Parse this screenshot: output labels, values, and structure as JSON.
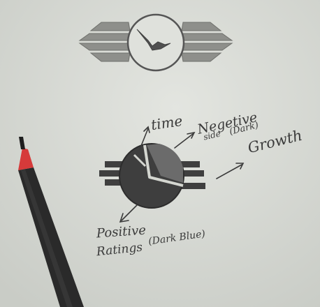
{
  "annotations": {
    "time": "time",
    "negative_line1": "Negetive",
    "negative_line2": "side",
    "negative_paren": "(Dark)",
    "growth": "Growth",
    "positive_line1": "Positive",
    "positive_line2": "Ratings",
    "positive_paren": "(Dark Blue)"
  },
  "colors": {
    "paper": "#d9dbd6",
    "graphite": "#3a3a3a",
    "pencil_body": "#2a2a2a",
    "pencil_tip": "#d63a3a"
  }
}
